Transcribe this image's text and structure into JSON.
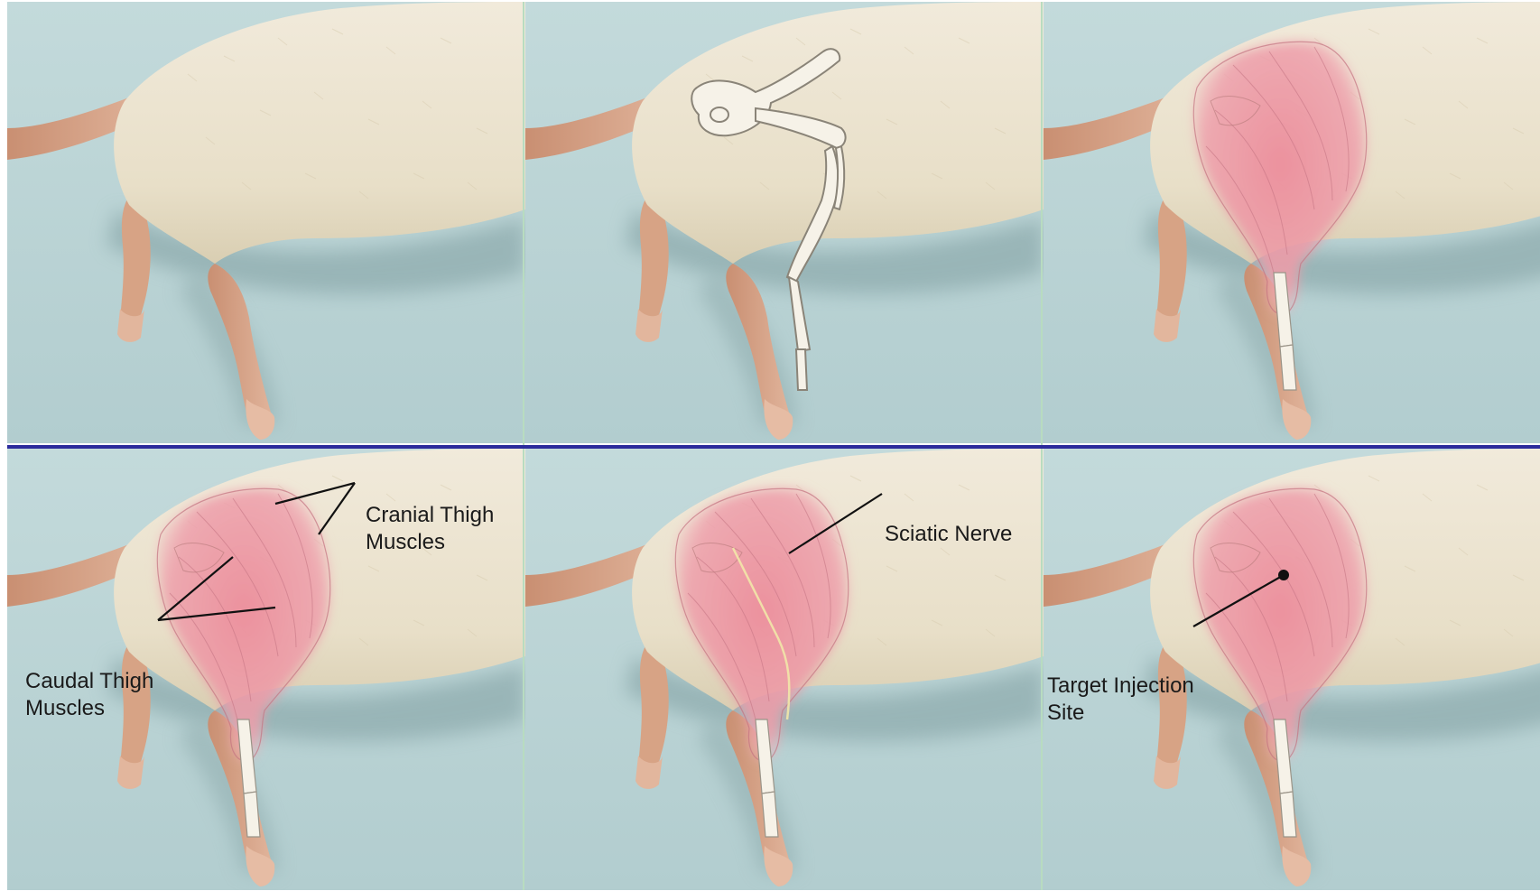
{
  "figure": {
    "panels": [
      {
        "id": "p1",
        "content": "rat-hindlimb-photo"
      },
      {
        "id": "p2",
        "content": "rat-hindlimb-skeleton-overlay"
      },
      {
        "id": "p3",
        "content": "rat-hindlimb-muscle-overlay"
      },
      {
        "id": "p4",
        "content": "rat-hindlimb-labeled-thigh-muscles"
      },
      {
        "id": "p5",
        "content": "rat-hindlimb-labeled-sciatic-nerve"
      },
      {
        "id": "p6",
        "content": "rat-hindlimb-labeled-injection-site"
      }
    ],
    "labels": {
      "cranial_line1": "Cranial Thigh",
      "cranial_line2": "Muscles",
      "caudal_line1": "Caudal Thigh",
      "caudal_line2": "Muscles",
      "sciatic": "Sciatic Nerve",
      "target_line1": "Target Injection",
      "target_line2": "Site"
    },
    "colors": {
      "background_table": "#b9d4d6",
      "fur": "#ece3cc",
      "tail_paw": "#d6a487",
      "muscle": "#e88e9c",
      "bone": "#f3efe4",
      "divider": "#2b2b9c"
    }
  }
}
